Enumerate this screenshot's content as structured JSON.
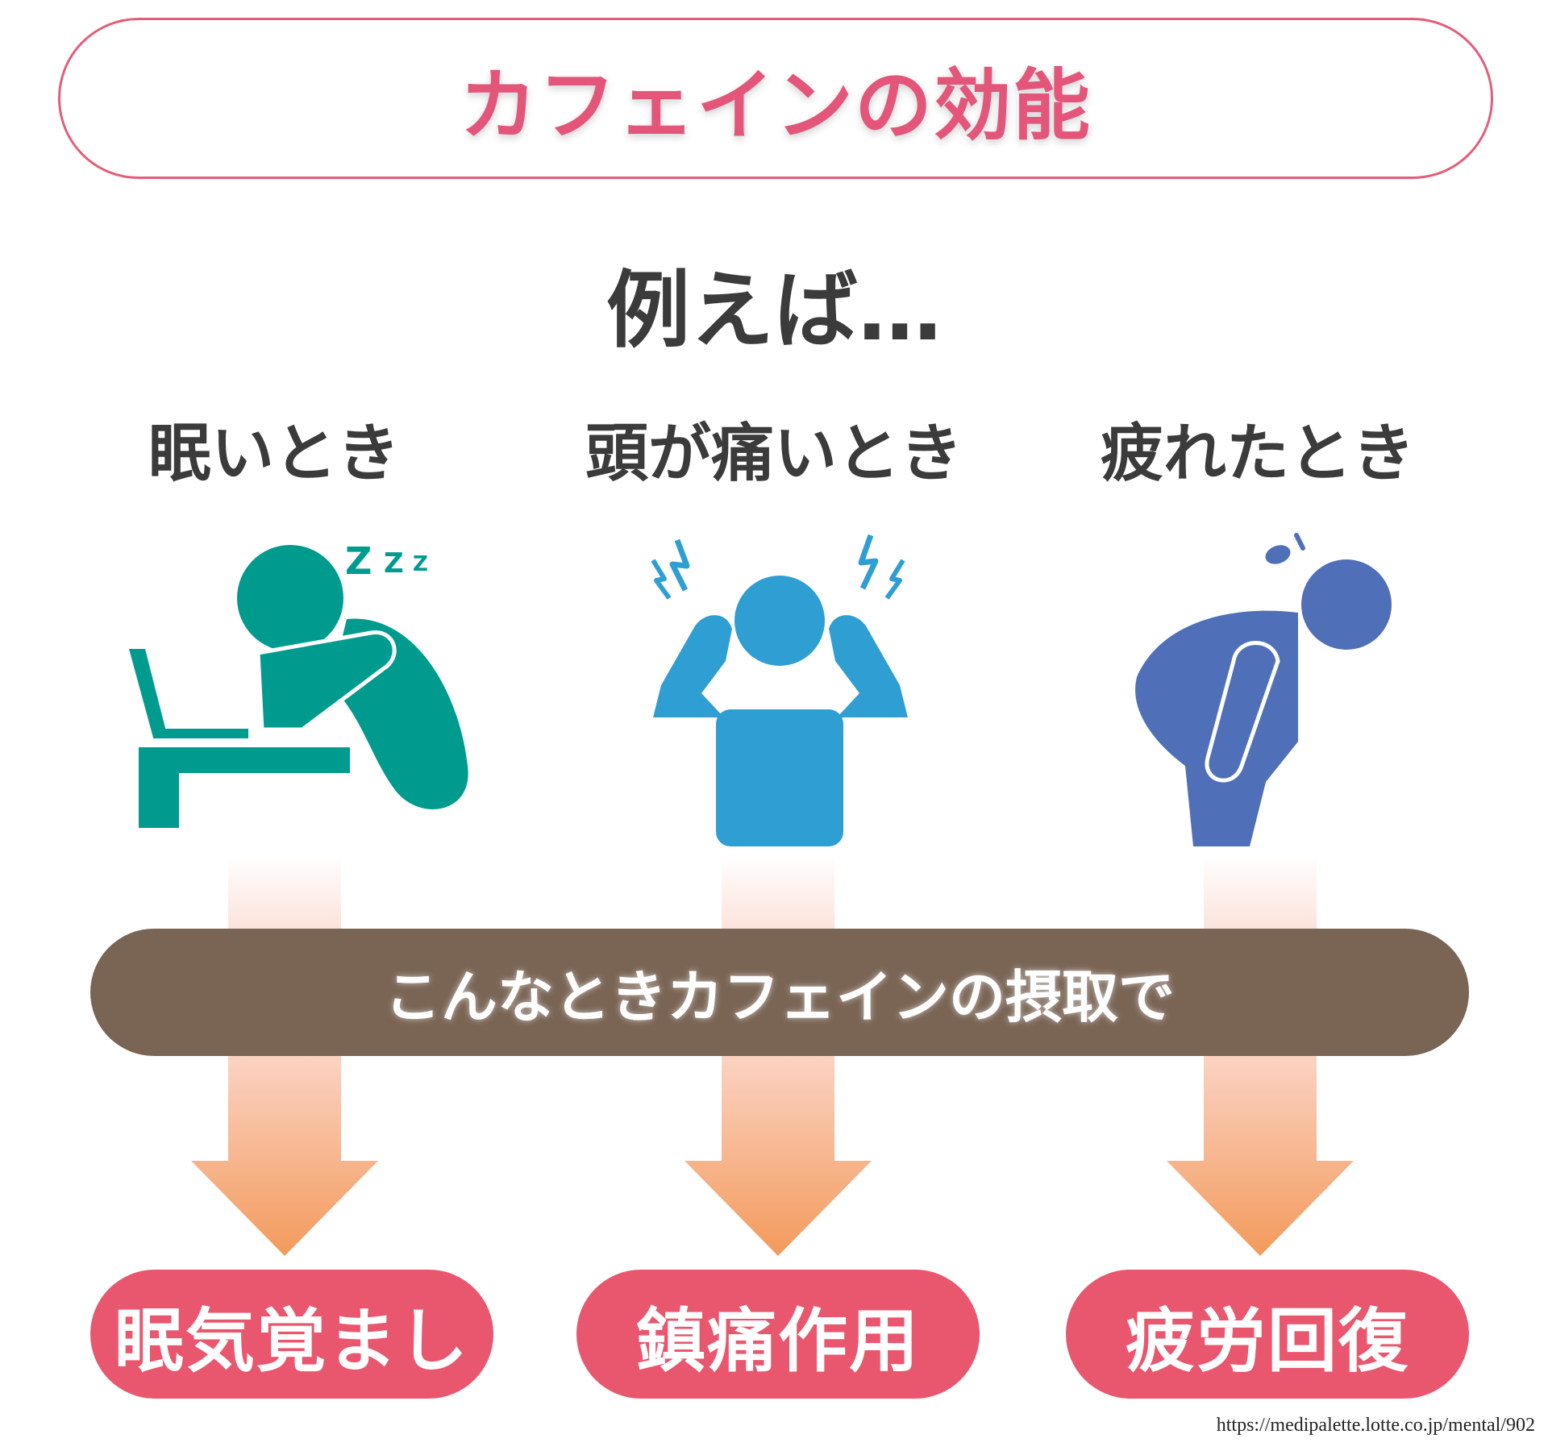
{
  "title": "カフェインの効能",
  "example_heading": "例えば…",
  "conditions": [
    {
      "label": "眠いとき",
      "icon": "sleepy-person-at-laptop-icon"
    },
    {
      "label": "頭が痛いとき",
      "icon": "headache-person-icon"
    },
    {
      "label": "疲れたとき",
      "icon": "tired-bending-person-icon"
    }
  ],
  "sleep_glyph": "Z",
  "banner": "こんなときカフェインの摂取で",
  "results": [
    {
      "label": "眠気覚まし"
    },
    {
      "label": "鎮痛作用"
    },
    {
      "label": "疲労回復"
    }
  ],
  "source": "https://medipalette.lotte.co.jp/mental/902",
  "colors": {
    "title_pink": "#e4557a",
    "border_pink": "#e25d7a",
    "teal_figure": "#009b8f",
    "blue_figure": "#2f9fd3",
    "indigo_figure": "#4f6fb8",
    "banner_brown": "#7a6555",
    "result_red": "#e9576e",
    "arrow_orange": "#f39a5c"
  }
}
